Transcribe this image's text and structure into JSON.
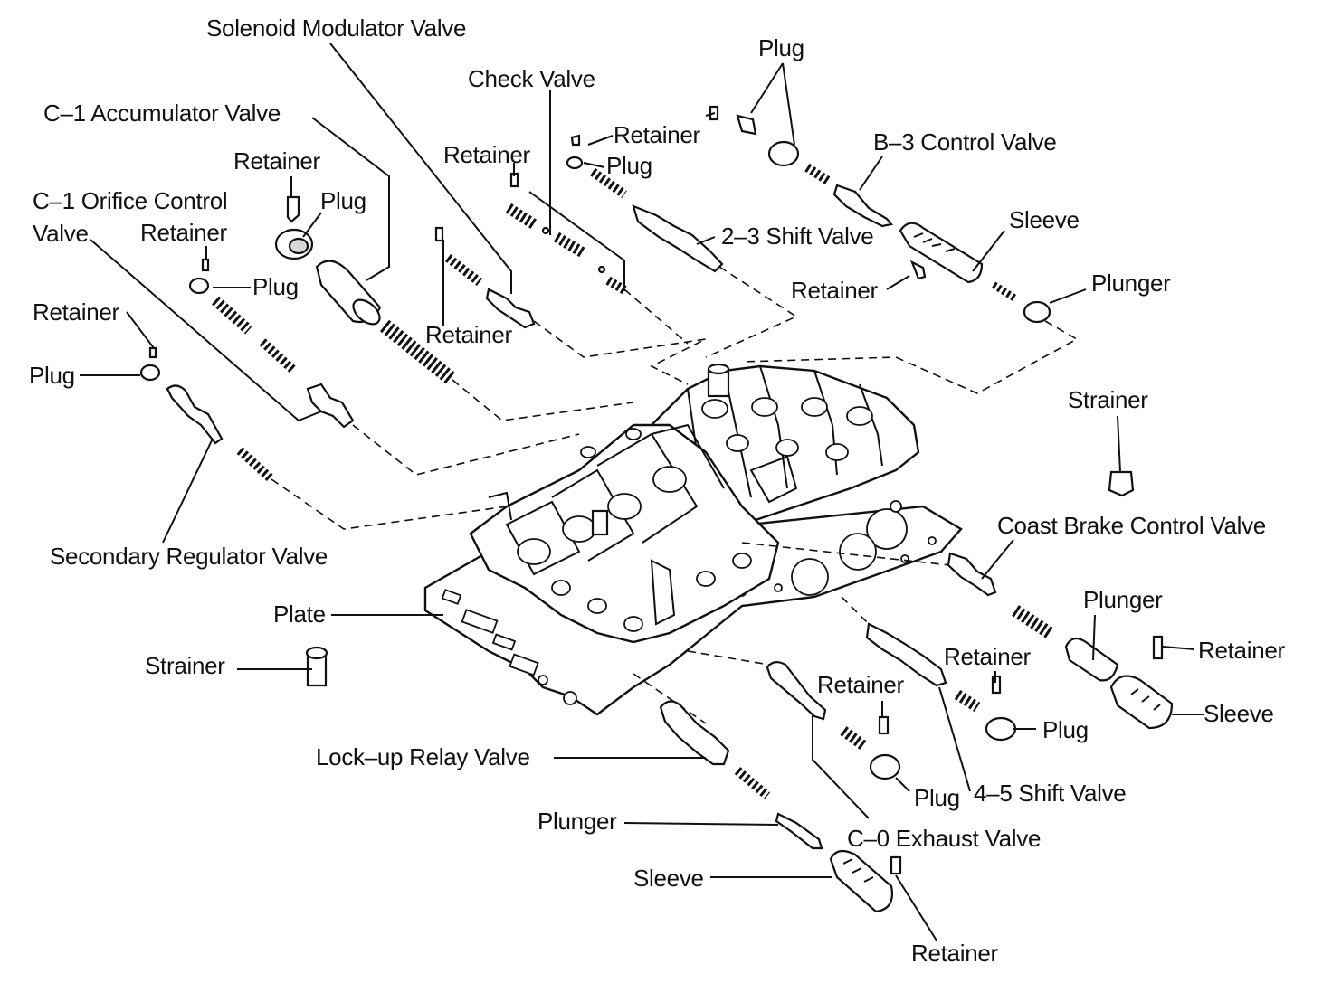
{
  "diagram": {
    "labels": {
      "solenoid_modulator_valve": "Solenoid Modulator Valve",
      "check_valve": "Check Valve",
      "plug_top": "Plug",
      "c1_accumulator_valve": "C–1 Accumulator Valve",
      "retainer_top_right": "Retainer",
      "b3_control_valve": "B–3 Control Valve",
      "retainer_c1_acc": "Retainer",
      "plug_check": "Plug",
      "retainer_check": "Retainer",
      "c1_orifice_control_valve_line1": "C–1 Orifice Control",
      "c1_orifice_control_valve_line2": "Valve",
      "plug_c1_acc": "Plug",
      "retainer_c1_orifice": "Retainer",
      "sleeve_top_right": "Sleeve",
      "shift_valve_2_3": "2–3 Shift Valve",
      "plug_c1_orifice": "Plug",
      "retainer_mid_right": "Retainer",
      "plunger_top_right": "Plunger",
      "retainer_left": "Retainer",
      "retainer_mid": "Retainer",
      "plug_left": "Plug",
      "strainer_right": "Strainer",
      "coast_brake_control_valve": "Coast Brake Control Valve",
      "secondary_regulator_valve": "Secondary Regulator Valve",
      "plunger_right": "Plunger",
      "plate": "Plate",
      "retainer_right_upper": "Retainer",
      "retainer_right_far": "Retainer",
      "strainer_left": "Strainer",
      "retainer_lower_mid": "Retainer",
      "sleeve_right": "Sleeve",
      "plug_right": "Plug",
      "lockup_relay_valve": "Lock–up Relay Valve",
      "plug_lower": "Plug",
      "shift_valve_4_5": "4–5 Shift Valve",
      "plunger_lower": "Plunger",
      "c0_exhaust_valve": "C–0 Exhaust Valve",
      "sleeve_lower": "Sleeve",
      "retainer_bottom": "Retainer"
    }
  }
}
